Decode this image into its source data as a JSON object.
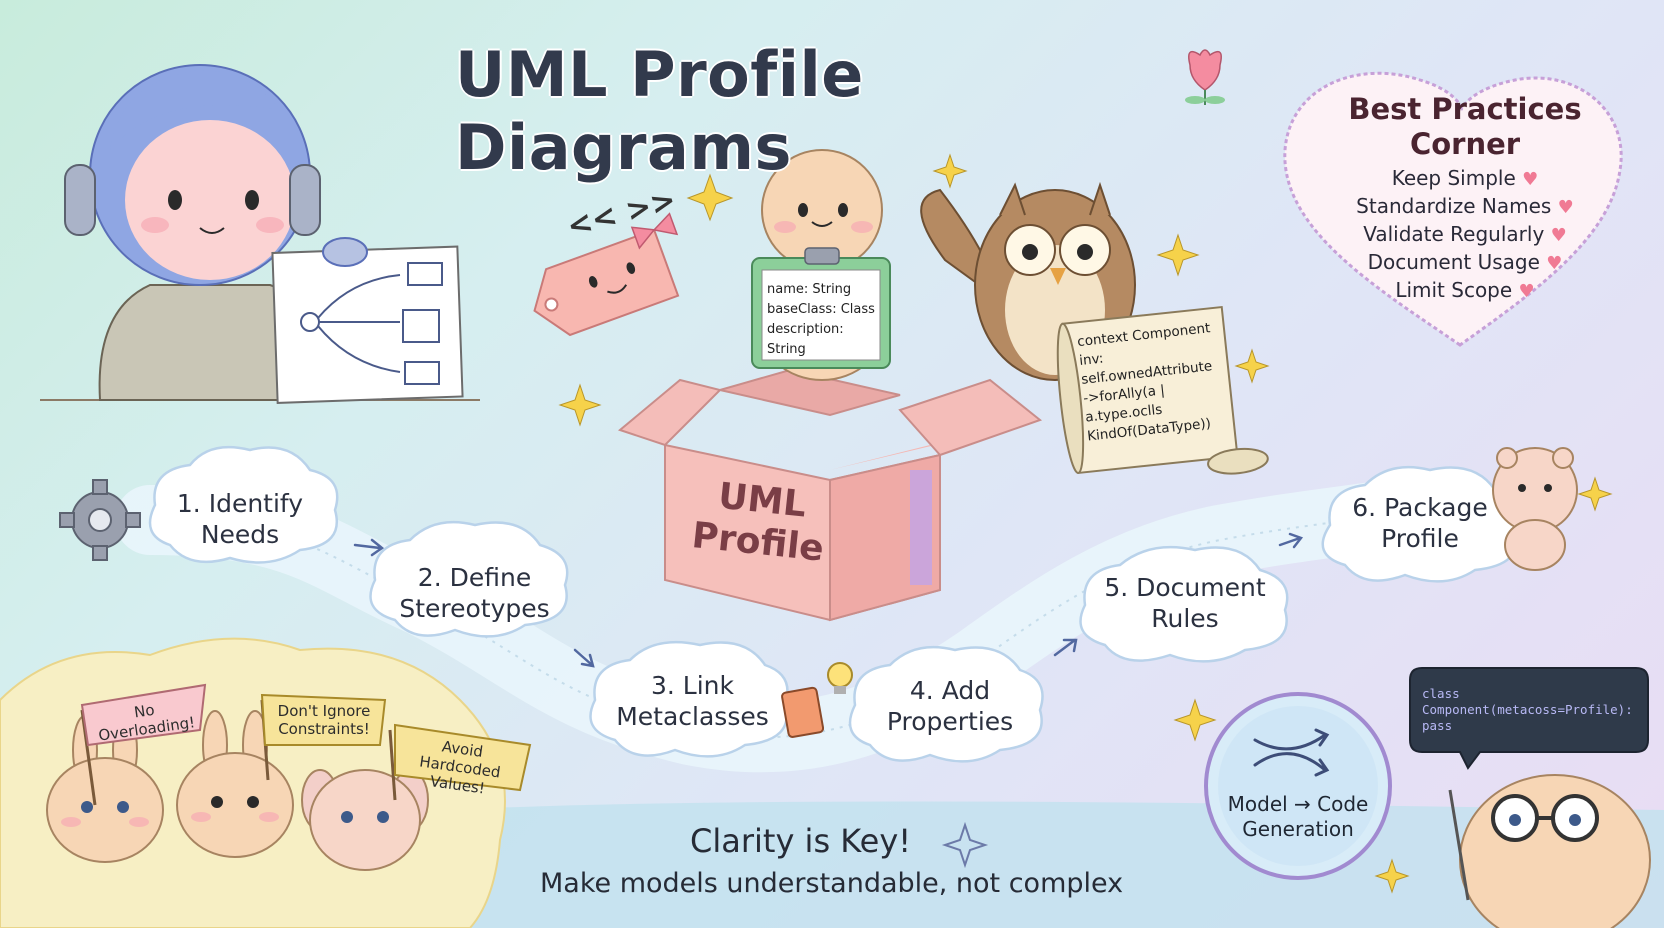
{
  "title": "UML Profile Diagrams",
  "steps": [
    "1. Identify Needs",
    "2. Define Stereotypes",
    "3. Link Metaclasses",
    "4. Add Properties",
    "5. Document Rules",
    "6. Package Profile"
  ],
  "box_label": "UML Profile",
  "clipboard": {
    "lines": [
      "name: String",
      "baseClass: Class",
      "description: String"
    ]
  },
  "scroll": {
    "lines": [
      "context Component",
      "inv:",
      "self.ownedAttribute",
      "->forAlly(a |",
      "a.type.oclls",
      "KindOf(DataType))"
    ]
  },
  "best_practices": {
    "title_line1": "Best Practices",
    "title_line2": "Corner",
    "items": [
      "Keep Simple",
      "Standardize Names",
      "Validate Regularly",
      "Document Usage",
      "Limit Scope"
    ],
    "heart_glyph": "♥"
  },
  "flags": [
    "No Overloading!",
    "Don't Ignore Constraints!",
    "Avoid Hardcoded Values!"
  ],
  "clarity": {
    "line1": "Clarity is Key!",
    "line2": "Make models understandable, not complex"
  },
  "model_code": "Model → Code Generation",
  "code_bubble": {
    "lines": [
      "class",
      "Component(metacoss=Profile):",
      "pass"
    ]
  },
  "tag_chevrons": "<< >>",
  "colors": {
    "title": "#323a4c",
    "box": "#f4b8b4",
    "heart_border": "#c7a0d8",
    "heart_icon": "#f07a94",
    "code_bg": "#2f3a4a",
    "flag_pink": "#f9c9cf",
    "flag_yellow": "#f7e49a"
  },
  "icons": [
    "gear-icon",
    "lightbulb-icon",
    "sparkle-icon",
    "heart-icon",
    "shuffle-arrows-icon",
    "flower-icon"
  ]
}
